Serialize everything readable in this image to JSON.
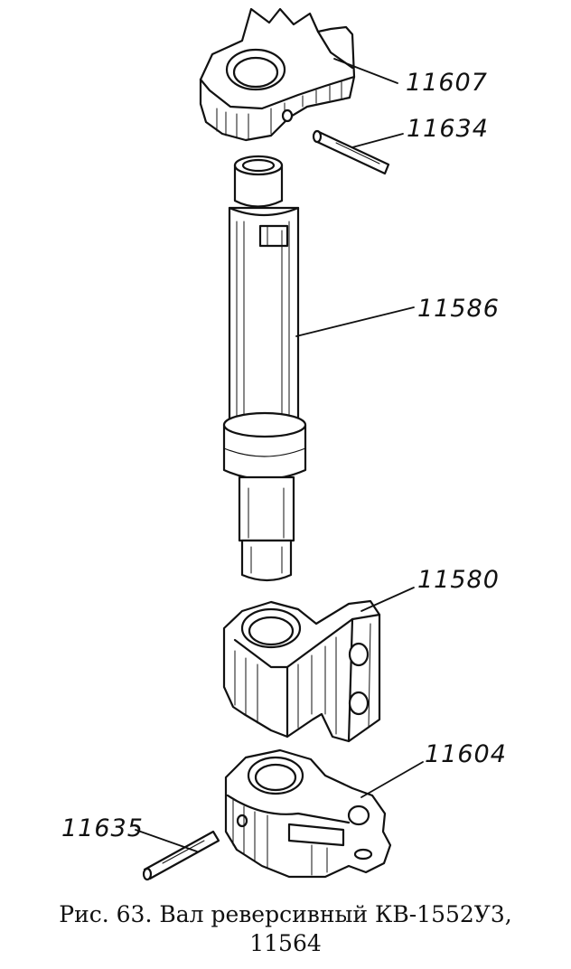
{
  "figure": {
    "labels": {
      "part_11607": "11607",
      "part_11634": "11634",
      "part_11586": "11586",
      "part_11580": "11580",
      "part_11604": "11604",
      "part_11635": "11635"
    }
  },
  "caption": {
    "line1": "Рис. 63. Вал реверсивный КВ-1552У3,",
    "line2": "11564"
  },
  "colors": {
    "ink": "#111111",
    "paper": "#ffffff"
  }
}
